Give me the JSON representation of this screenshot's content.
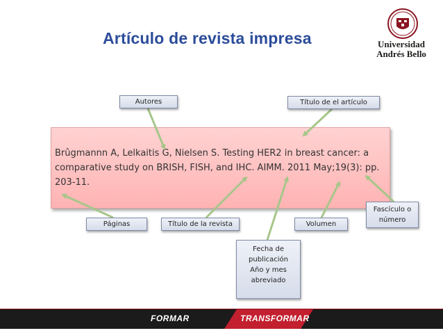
{
  "slide": {
    "title": "Artículo de revista impresa",
    "logo": {
      "line1": "Universidad",
      "line2": "Andrés Bello",
      "icon": "university-crest-icon"
    },
    "citation": "Brûgmannn A, Lelkaitis G, Nielsen S. Testing HER2 in breast cancer: a comparative study on BRISH, FISH, and IHC. AIMM. 2011 May;19(3): pp. 203-11.",
    "labels": {
      "autores": "Autores",
      "titulo_articulo": "Título de el artículo",
      "paginas": "Páginas",
      "titulo_revista": "Título de la revista",
      "volumen": "Volumen",
      "fasciculo_1": "Fascículo o",
      "fasciculo_2": "número",
      "fecha_1": "Fecha de",
      "fecha_2": "publicación",
      "fecha_3": "Año y mes",
      "fecha_4": "abreviado"
    },
    "footer": {
      "left": "FORMAR",
      "right": "TRANSFORMAR"
    },
    "colors": {
      "title": "#2b4c9a",
      "citation_bg": "#ffc0c0",
      "label_bg": "#dfe4f0",
      "arrow": "#a7c68a",
      "footer_bg": "#1b1b1b",
      "footer_accent": "#c21f2f"
    }
  }
}
